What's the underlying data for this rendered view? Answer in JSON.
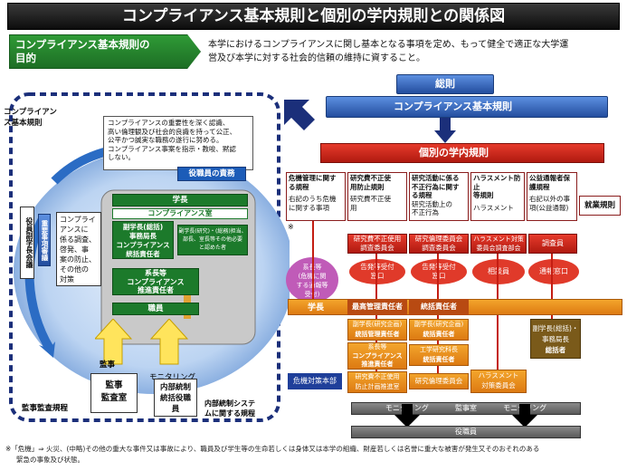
{
  "title": "コンプライアンス基本規則と個別の学内規則との関係図",
  "purpose": {
    "banner": [
      "コンプライアンス基本規則の",
      "目的"
    ],
    "text": [
      "本学におけるコンプライアンスに関し基本となる事項を定め、もって健全で適正な大学運",
      "営及び本学に対する社会的信頼の維持に資すること。"
    ]
  },
  "left": {
    "section_label": [
      "コンプライアン",
      "ス基本規則"
    ],
    "duties_text": [
      "コンプライアンスの重要性を深く認識、",
      "高い倫理観及び社会的良識を持って公正、",
      "公平かつ誠実な職務の遂行に努める。",
      "コンプライアンス事案を指示・教唆、黙認",
      "しない。"
    ],
    "duties_label": "役職員の責務",
    "vertical_left": "役員副学長会議",
    "vertical_right": "重要事項審議",
    "mid_box": [
      "コンプライ",
      "アンスに",
      "係る調査、",
      "啓発、事",
      "案の防止、",
      "その他の",
      "対策"
    ],
    "president": "学長",
    "compliance_office": "コンプライアンス室",
    "vice_president": [
      "副学長(総括)",
      "事務局長",
      "コンプライアンス",
      "統括責任者"
    ],
    "office_members": [
      "副学長(研究)・(総務)担当、",
      "部長、室長等その他必要",
      "と認めた者"
    ],
    "dept_head": [
      "系長等",
      "コンプライアンス",
      "推進責任者"
    ],
    "staff": "職員",
    "audit_label": "監事",
    "audit_office": [
      "監事",
      "監査室"
    ],
    "monitoring": "モニタリング",
    "internal_audit": [
      "内部統制",
      "統括役職",
      "員"
    ],
    "audit_rule": "監事監査規程",
    "internal_rule": [
      "内部統制システ",
      "ムに関する規程"
    ]
  },
  "right": {
    "general": "総則",
    "compliance_rule": "コンプライアンス基本規則",
    "individual_rules": "個別の学内規則",
    "rule_boxes": [
      {
        "title": [
          "危機管理に関す",
          "る規程"
        ],
        "sub": [
          "右記のうち危機",
          "に関する事項"
        ]
      },
      {
        "title": [
          "研究費不正使",
          "用防止規則"
        ],
        "sub": [
          "研究費不正使",
          "用"
        ]
      },
      {
        "title": [
          "研究活動に係る",
          "不正行為に関す",
          "る規程"
        ],
        "sub": [
          "研究活動上の",
          "不正行為"
        ]
      },
      {
        "title": [
          "ハラスメント防止",
          "等規則"
        ],
        "sub": [
          "ハラスメント"
        ]
      },
      {
        "title": [
          "公益通報者保",
          "護規程"
        ],
        "sub": [
          "右記以外の事",
          "項(公益通報)"
        ]
      }
    ],
    "work_rule": "就業規則",
    "note_mark": "※",
    "committees": [
      [
        "研究費不正使用",
        "調査委員会"
      ],
      [
        "研究倫理委員会",
        "調査委員会"
      ],
      [
        "ハラスメント対策",
        "委員会調査部会"
      ],
      [
        "調査員"
      ]
    ],
    "pill_left": [
      "系長等",
      "(危機に関",
      "する通報等",
      "受付)"
    ],
    "pills": [
      [
        "告発等受付",
        "窓口"
      ],
      [
        "告発等受付",
        "窓口"
      ],
      [
        "相談員"
      ],
      [
        "通報窓口"
      ]
    ],
    "president_row": "学長",
    "supreme": "最高管理責任者",
    "general_resp": "統括責任者",
    "vp_research1": [
      "副学長(研究企画)",
      "統括管理責任者"
    ],
    "vp_research2": [
      "副学長(研究企画)",
      "統括責任者"
    ],
    "vp_right": [
      "副学長(総括)・",
      "事務局長",
      "総括者"
    ],
    "dept_heads": [
      "系長等",
      "コンプライアンス",
      "推進責任者"
    ],
    "eng_dean": [
      "工学研究科長",
      "統括責任者"
    ],
    "crisis_hq": "危機対策本部",
    "fund_committee": [
      "研究費不正使用",
      "防止計画推進室"
    ],
    "ethics_committee": "研究倫理委員会",
    "harassment_committee": [
      "ハラスメント",
      "対策委員会"
    ],
    "monitor_row": [
      "モニタリング",
      "監事室",
      "モニタリング"
    ],
    "staff_row": "役職員"
  },
  "footnote": [
    "※「危機」⇒ 火災、(中略)その他の重大な事件又は事故により、職員及び学生等の生命若しくは身体又は本学の組織、財産若しくは名誉に重大な被害が発生又そのおそれのある",
    "緊急の事象及び状態。"
  ]
}
